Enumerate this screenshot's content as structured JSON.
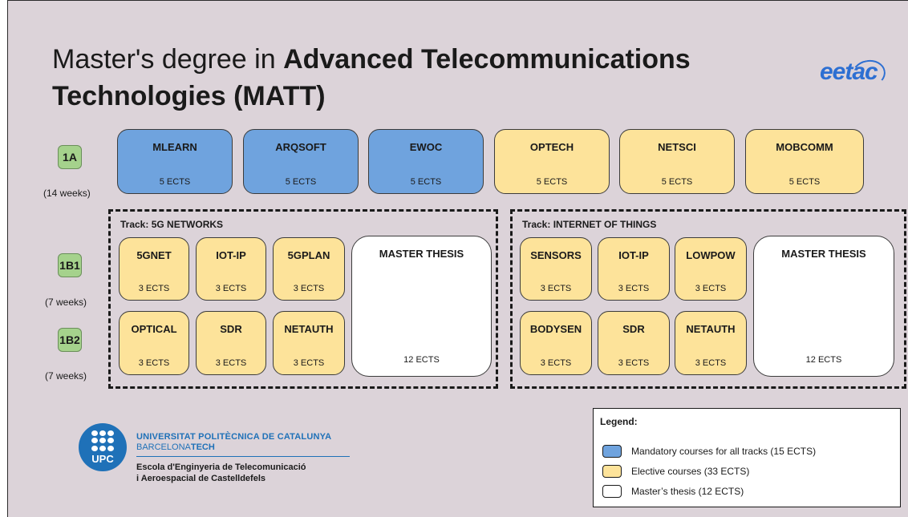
{
  "title": {
    "prefix": "Master's degree in ",
    "bold_line1": "Advanced Telecommunications",
    "bold_line2": "Technologies (MATT)"
  },
  "eetac_logo": "eetac",
  "periods": [
    {
      "label": "1A",
      "weeks": "(14 weeks)"
    },
    {
      "label": "1B1",
      "weeks": "(7 weeks)"
    },
    {
      "label": "1B2",
      "weeks": "(7 weeks)"
    }
  ],
  "period_1A_courses": [
    {
      "name": "MLEARN",
      "ects": "5 ECTS",
      "type": "mandatory"
    },
    {
      "name": "ARQSOFT",
      "ects": "5 ECTS",
      "type": "mandatory"
    },
    {
      "name": "EWOC",
      "ects": "5 ECTS",
      "type": "mandatory"
    },
    {
      "name": "OPTECH",
      "ects": "5 ECTS",
      "type": "elective"
    },
    {
      "name": "NETSCI",
      "ects": "5 ECTS",
      "type": "elective"
    },
    {
      "name": "MOBCOMM",
      "ects": "5 ECTS",
      "type": "elective"
    }
  ],
  "tracks": [
    {
      "label": "Track: 5G NETWORKS",
      "b1": [
        {
          "name": "5GNET",
          "ects": "3 ECTS"
        },
        {
          "name": "IOT-IP",
          "ects": "3 ECTS"
        },
        {
          "name": "5GPLAN",
          "ects": "3 ECTS"
        }
      ],
      "b2": [
        {
          "name": "OPTICAL",
          "ects": "3 ECTS"
        },
        {
          "name": "SDR",
          "ects": "3 ECTS"
        },
        {
          "name": "NETAUTH",
          "ects": "3 ECTS"
        }
      ],
      "thesis": {
        "name": "MASTER THESIS",
        "ects": "12 ECTS"
      }
    },
    {
      "label": "Track: INTERNET OF THINGS",
      "b1": [
        {
          "name": "SENSORS",
          "ects": "3 ECTS"
        },
        {
          "name": "IOT-IP",
          "ects": "3 ECTS"
        },
        {
          "name": "LOWPOW",
          "ects": "3 ECTS"
        }
      ],
      "b2": [
        {
          "name": "BODYSEN",
          "ects": "3 ECTS"
        },
        {
          "name": "SDR",
          "ects": "3 ECTS"
        },
        {
          "name": "NETAUTH",
          "ects": "3 ECTS"
        }
      ],
      "thesis": {
        "name": "MASTER THESIS",
        "ects": "12 ECTS"
      }
    }
  ],
  "upc": {
    "mark": "UPC",
    "line1": "UNIVERSITAT POLITÈCNICA DE CATALUNYA",
    "line2a": "BARCELONA",
    "line2b": "TECH",
    "line3": "Escola d'Enginyeria de Telecomunicació",
    "line4": "i Aeroespacial de Castelldefels"
  },
  "legend": {
    "title": "Legend:",
    "items": [
      {
        "text": "Mandatory courses for all tracks (15 ECTS)",
        "color": "#6fa3de"
      },
      {
        "text": "Elective courses (33 ECTS)",
        "color": "#fde39a"
      },
      {
        "text": "Master’s thesis (12 ECTS)",
        "color": "#ffffff"
      }
    ]
  },
  "colors": {
    "mandatory": "#6fa3de",
    "elective": "#fde39a",
    "thesis": "#ffffff",
    "period_badge": "#a5d28c",
    "background": "#dcd3d9"
  }
}
